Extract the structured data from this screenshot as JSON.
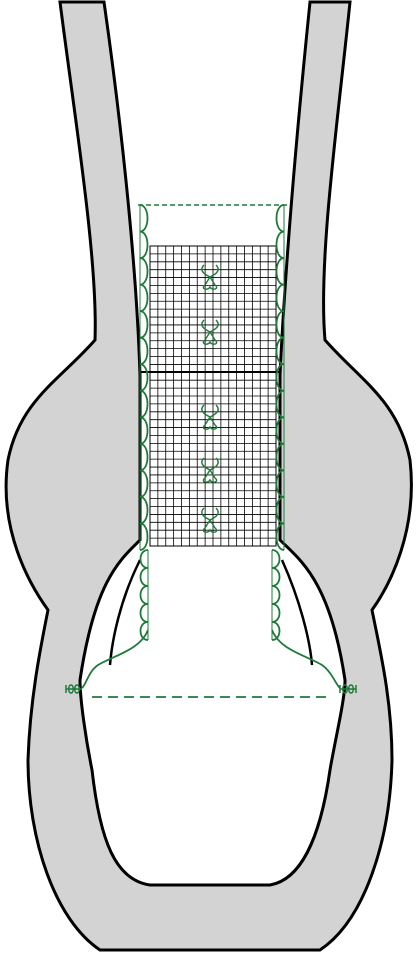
{
  "diagram": {
    "description_labels": [],
    "colors": {
      "background": "#ffffff",
      "frame_fill": "#d3d3d3",
      "frame_stroke": "#000000",
      "lace": "#1f7a3a",
      "grid": "#000000"
    },
    "grid": {
      "columns": 16,
      "rows": 38
    },
    "lace": {
      "left_scallop_count": 13,
      "right_scallop_count": 13,
      "lower_left_scallop_count": 5,
      "lower_right_scallop_count": 5
    },
    "motif_count": 5,
    "icons": [
      "bow-knot-icon",
      "bow-knot-icon"
    ]
  }
}
